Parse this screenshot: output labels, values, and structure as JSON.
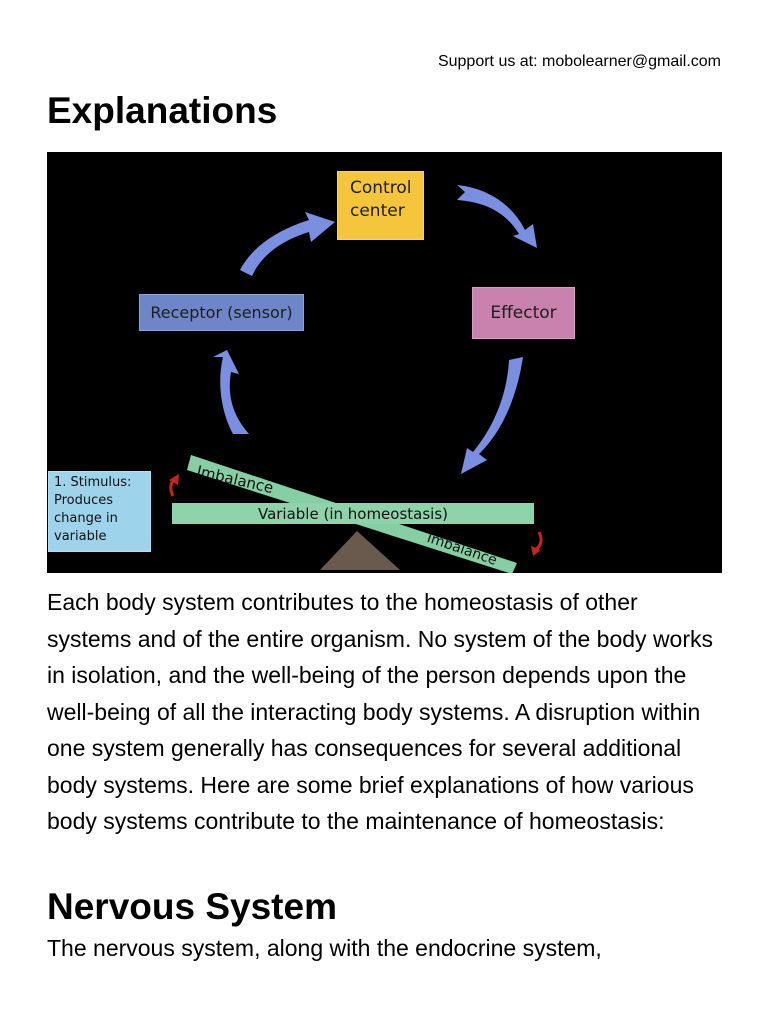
{
  "header": {
    "support_text": "Support us at: mobolearner@gmail.com"
  },
  "section1": {
    "heading": "Explanations",
    "paragraph": "Each body system contributes to the homeostasis of other systems and of the entire organism. No system of the body works in isolation, and the well-being of the person depends upon the well-being of all the interacting body systems. A disruption within one system generally has consequences for several additional body systems. Here are some brief explanations of how various body systems contribute to the maintenance of homeostasis:"
  },
  "diagram": {
    "control_center": "Control center",
    "receptor": "Receptor (sensor)",
    "effector": "Effector",
    "stimulus": "1. Stimulus: Produces change in variable",
    "variable": "Variable (in homeostasis)",
    "imbalance_left": "Imbalance",
    "imbalance_right": "Imbalance",
    "colors": {
      "background": "#000000",
      "control_center": "#f5c53c",
      "receptor": "#6e86c8",
      "effector": "#c982ad",
      "stimulus": "#9ed3ec",
      "beam": "#86cfa4",
      "arrows": "#7b8fe0",
      "fulcrum": "#6a5a4e",
      "small_arrows": "#c8231f"
    }
  },
  "section2": {
    "heading": "Nervous System",
    "paragraph": "The nervous system, along with the endocrine system,"
  }
}
